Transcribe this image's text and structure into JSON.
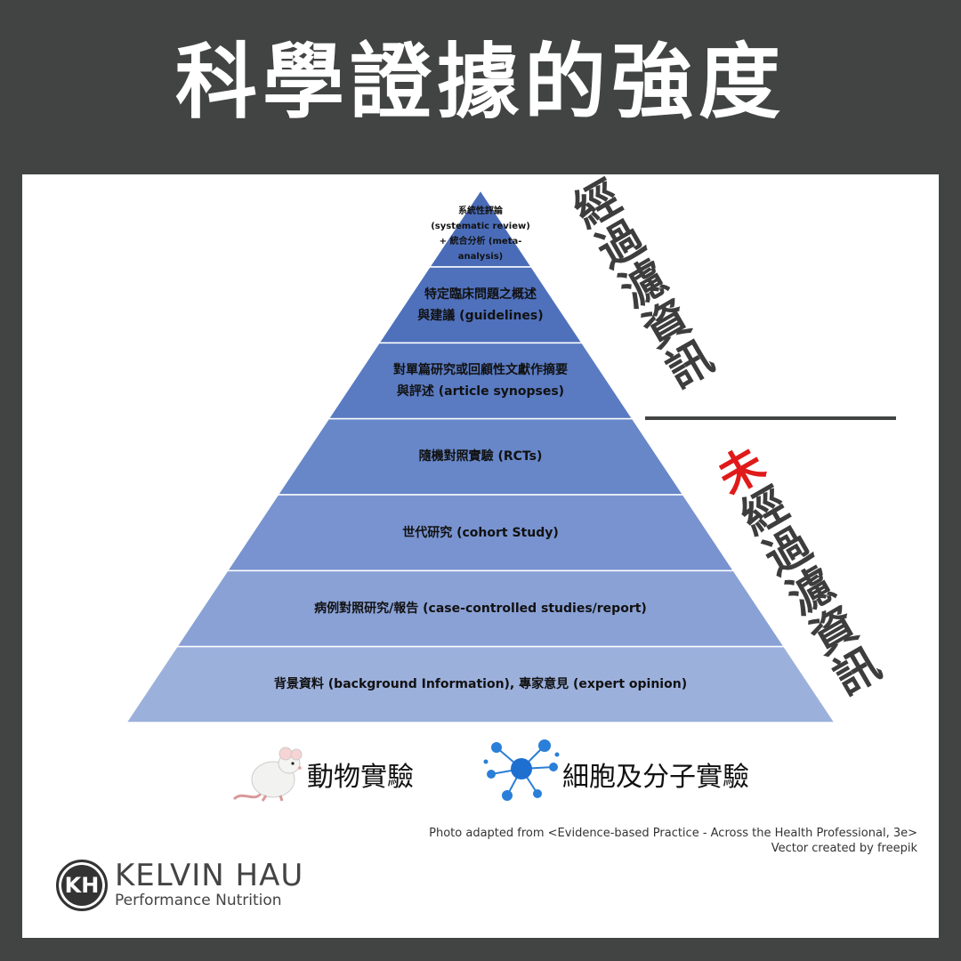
{
  "title": "科學證據的強度",
  "pyramid": {
    "tiers": [
      {
        "label": "系統性評論\n(systematic review)\n+ 統合分析 (meta-\nanalysis)",
        "color": "#4a6cb8"
      },
      {
        "label": "特定臨床問題之概述\n與建議 (guidelines)",
        "color": "#4f70bb"
      },
      {
        "label": "對單篇研究或回顧性文獻作摘要\n與評述 (article synopses)",
        "color": "#5a7bc2"
      },
      {
        "label": "隨機對照實驗 (RCTs)",
        "color": "#6787c9"
      },
      {
        "label": "世代研究 (cohort Study)",
        "color": "#7893cf"
      },
      {
        "label": "病例對照研究/報告 (case-controlled studies/report)",
        "color": "#8aa1d6"
      },
      {
        "label": "背景資料 (background Information), 專家意見 (expert opinion)",
        "color": "#9cb0dc"
      }
    ]
  },
  "filtered_label": "經過濾資訊",
  "unfiltered_label": {
    "prefix": "未",
    "rest": "經過濾資訊"
  },
  "legend": {
    "animal": "動物實驗",
    "cell": "細胞及分子實驗",
    "mouse_icon": "mouse-icon",
    "molecule_icon": "molecule-icon"
  },
  "credits": {
    "line1": "Photo adapted from <Evidence-based Practice - Across the Health Professional, 3e>",
    "line2": "Vector created by freepik"
  },
  "logo": {
    "mark": "KH",
    "name": "KELVIN HAU",
    "subtitle": "Performance Nutrition"
  },
  "colors": {
    "background": "#414443",
    "panel": "#ffffff",
    "accent_red": "#e01a1a",
    "molecule_blue": "#2a7fd8"
  }
}
